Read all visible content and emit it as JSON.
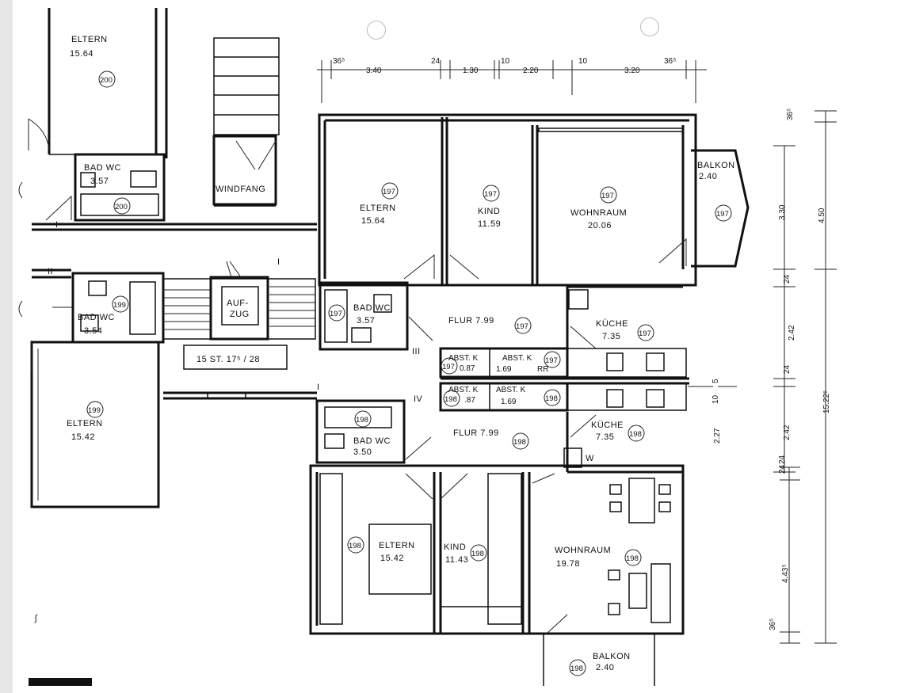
{
  "rooms": {
    "eltern_tl": {
      "name": "ELTERN",
      "area": "15.64",
      "unit": "200"
    },
    "bad_tl": {
      "name": "BAD WC",
      "area": "3.57",
      "unit": "200"
    },
    "windfang": {
      "name": "WINDFANG"
    },
    "bad_ml": {
      "name": "BAD WC",
      "area": "3.54",
      "unit": "199"
    },
    "aufzug": {
      "name": "AUF-\nZUG",
      "line1": "AUF-",
      "line2": "ZUG"
    },
    "treppe": {
      "text": "15 ST. 17⁵ / 28"
    },
    "eltern_bl": {
      "name": "ELTERN",
      "area": "15.42",
      "unit": "199"
    },
    "eltern_197": {
      "name": "ELTERN",
      "area": "15.64",
      "unit": "197"
    },
    "kind_197": {
      "name": "KIND",
      "area": "11.59",
      "unit": "197"
    },
    "wohnraum_197": {
      "name": "WOHNRAUM",
      "area": "20.06",
      "unit": "197"
    },
    "balkon_197": {
      "name": "BALKON",
      "area": "2.40",
      "unit": "197"
    },
    "bad_197": {
      "name": "BAD WC",
      "area": "3.57",
      "unit": "197"
    },
    "flur_197": {
      "name": "FLUR 7.99",
      "unit": "197"
    },
    "kueche_197": {
      "name": "KÜCHE",
      "area": "7.35",
      "unit": "197"
    },
    "abst1_197": {
      "name": "ABST. K",
      "area": "0.87",
      "unit": "197"
    },
    "abst2_197": {
      "name": "ABST. K",
      "area": "1.69",
      "unit": "197",
      "extra": "RR"
    },
    "abst1_198": {
      "name": "ABST. K",
      "area": ".87",
      "unit": "198"
    },
    "abst2_198": {
      "name": "ABST. K",
      "area": "1.69",
      "unit": "198"
    },
    "bad_198": {
      "name": "BAD WC",
      "area": "3.50",
      "unit": "198"
    },
    "flur_198": {
      "name": "FLUR 7.99",
      "unit": "198"
    },
    "kueche_198": {
      "name": "KÜCHE",
      "area": "7.35",
      "unit": "198",
      "extra": "W"
    },
    "eltern_198": {
      "name": "ELTERN",
      "area": "15.42",
      "unit": "198"
    },
    "kind_198": {
      "name": "KIND",
      "area": "11.43",
      "unit": "198"
    },
    "wohnraum_198": {
      "name": "WOHNRAUM",
      "area": "19.78",
      "unit": "198"
    },
    "balkon_198": {
      "name": "BALKON",
      "area": "2.40",
      "unit": "198"
    }
  },
  "markers": {
    "I_a": "I",
    "II": "II",
    "I_b": "I",
    "III": "III",
    "IV": "IV",
    "I_c": "I"
  },
  "dimensions": {
    "top": [
      "36⁵",
      "3.40",
      "24",
      "1.30",
      "10",
      "2.20",
      "10",
      "3.20",
      "36⁵"
    ],
    "right_inner": [
      "3.30",
      "24",
      "2.42",
      "24",
      "10",
      "5",
      "2.27",
      "24",
      "2.42",
      "24",
      "4.43⁵",
      "36⁵"
    ],
    "right_outer": [
      "36⁵",
      "4.50",
      "15.22⁵"
    ]
  }
}
